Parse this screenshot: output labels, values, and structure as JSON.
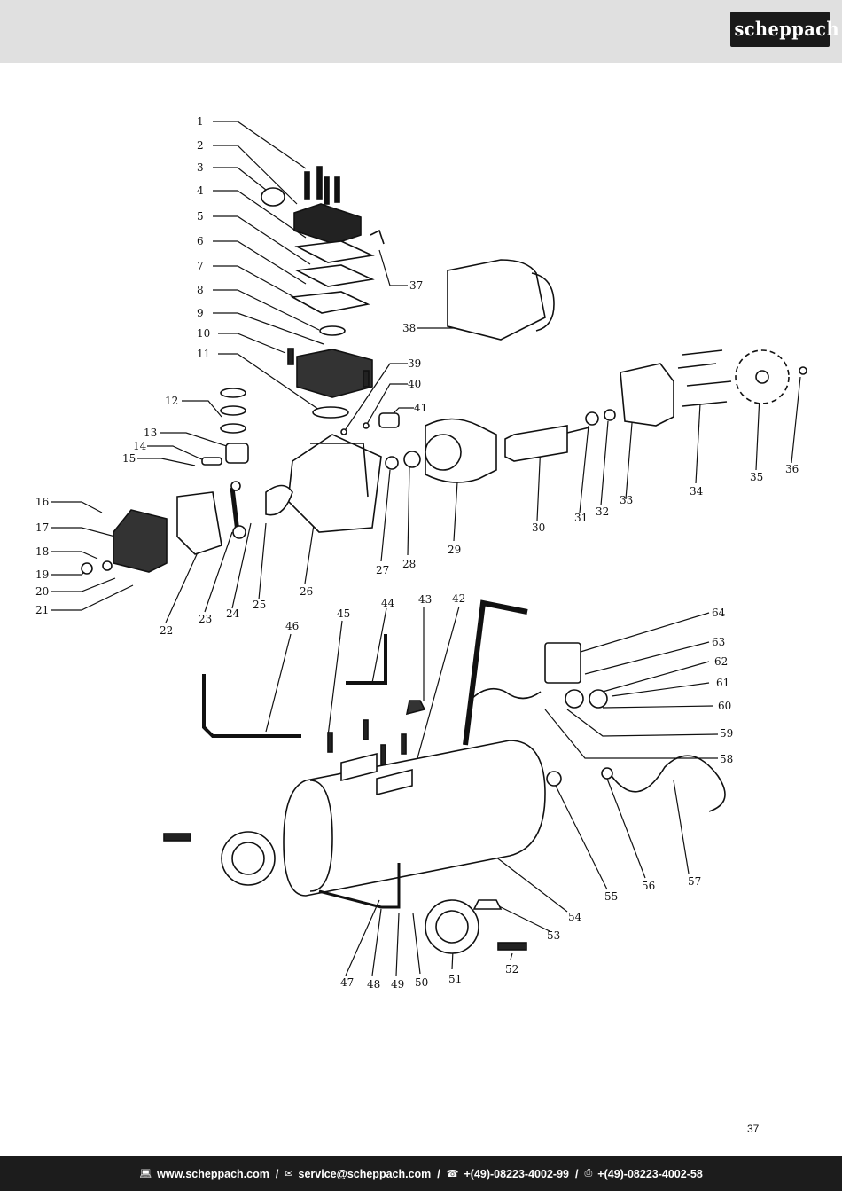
{
  "header": {
    "brand": "scheppach"
  },
  "page_number": "37",
  "footer": {
    "web_icon": "computer-icon",
    "web": "www.scheppach.com",
    "mail_icon": "envelope-icon",
    "mail": "service@scheppach.com",
    "phone_icon": "telephone-icon",
    "phone": "+(49)-08223-4002-99",
    "fax_icon": "fax-icon",
    "fax": "+(49)-08223-4002-58",
    "separator": "/"
  },
  "part_labels": [
    "1",
    "2",
    "3",
    "4",
    "5",
    "6",
    "7",
    "8",
    "9",
    "10",
    "11",
    "12",
    "13",
    "14",
    "15",
    "16",
    "17",
    "18",
    "19",
    "20",
    "21",
    "22",
    "23",
    "24",
    "25",
    "26",
    "27",
    "28",
    "29",
    "30",
    "31",
    "32",
    "33",
    "34",
    "35",
    "36",
    "37",
    "38",
    "39",
    "40",
    "41",
    "42",
    "43",
    "44",
    "45",
    "46",
    "47",
    "48",
    "49",
    "50",
    "51",
    "52",
    "53",
    "54",
    "55",
    "56",
    "57",
    "58",
    "59",
    "60",
    "61",
    "62",
    "63",
    "64"
  ]
}
